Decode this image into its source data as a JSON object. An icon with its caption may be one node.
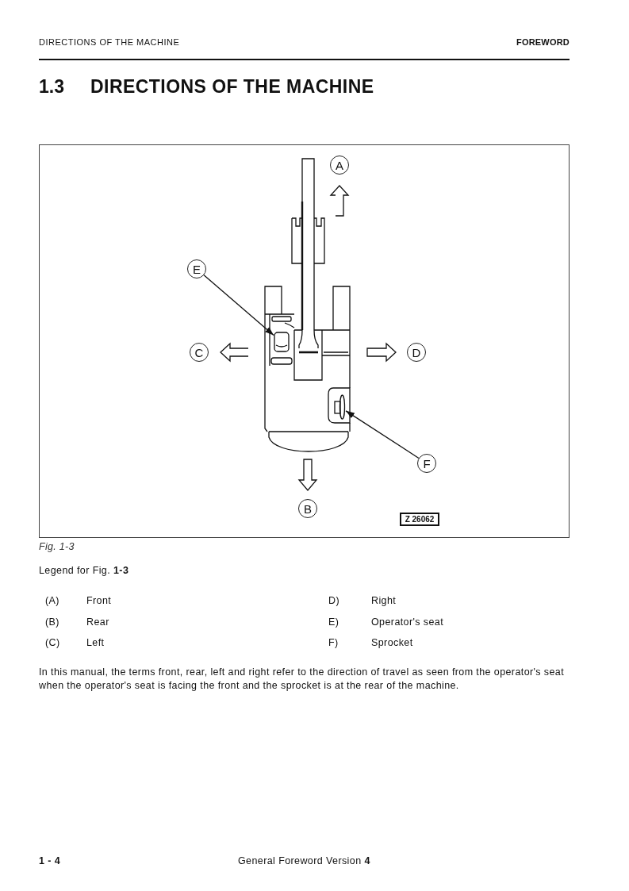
{
  "diagram": {
    "title": "DIRECTIONS OF THE MACHINE",
    "caption": "Fig. 1-3",
    "nodes": [
      {
        "text": [
          "A"
        ]
      },
      {
        "text": [
          "E"
        ]
      },
      {
        "text": [],
        "shape": "picture"
      },
      {
        "text": [
          "C"
        ]
      },
      {
        "text": [
          "D"
        ]
      },
      {
        "text": [],
        "shape": "picture"
      },
      {
        "text": [
          "F"
        ]
      },
      {
        "text": [
          "B"
        ]
      },
      {
        "text": [
          "Z 26062"
        ]
      }
    ],
    "edges": [
      {
        "from": 1,
        "to": 2,
        "arrow": "to"
      },
      {
        "from": 6,
        "to": 5,
        "arrow": "to"
      }
    ],
    "labels": [
      "DIRECTIONS OF THE MACHINE",
      "FOREWORD",
      "1.3",
      "Legend for Fig. **1-3**",
      "(A)",
      "Front",
      "D)",
      "Right",
      "(B)",
      "Rear",
      "E)",
      "Operator's seat",
      "(C)",
      "Left",
      "F)",
      "Sprocket",
      "In this manual, the terms front, rear, left and right refer to the direction of travel as seen from the operator's seat when the operator's seat is facing the front and the sprocket is at the rear of the machine.",
      "1 - 4",
      "General Foreword Version **4**"
    ]
  }
}
